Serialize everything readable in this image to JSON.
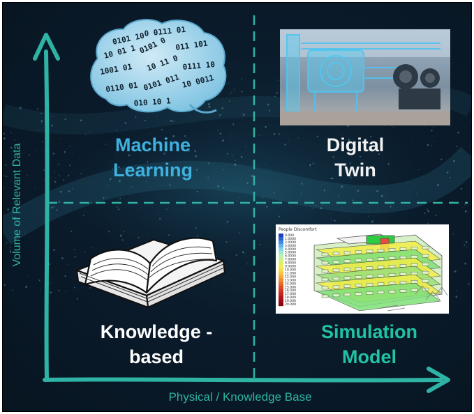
{
  "quadrants": {
    "top_left": {
      "line1": "Machine",
      "line2": "Learning",
      "icon": "brain-binary-icon"
    },
    "top_right": {
      "line1": "Digital",
      "line2": "Twin",
      "icon": "industrial-machine-photo"
    },
    "bottom_left": {
      "line1": "Knowledge -",
      "line2": "based",
      "icon": "open-book-icon"
    },
    "bottom_right": {
      "line1": "Simulation",
      "line2": "Model",
      "icon": "building-simulation-image"
    }
  },
  "axes": {
    "x_label": "Physical / Knowledge Base",
    "y_label": "Volume of Relevant Data"
  },
  "simulation_legend": {
    "title": "People Discomfort",
    "values": [
      "0.000",
      "1.0000",
      "2.0000",
      "3.0000",
      "4.0000",
      "5.0000",
      "6.0000",
      "7.0000",
      "8.0000",
      "9.0000",
      "10.000",
      "11.000",
      "12.000",
      "13.000",
      "14.000",
      "15.000",
      "16.000",
      "17.000",
      "18.000",
      "19.000",
      "20.000"
    ]
  },
  "colors": {
    "background": "#0a1b2b",
    "axis": "#2fb3a4",
    "machine_learning": "#3fb1df",
    "digital_twin": "#f2f2f2",
    "knowledge_based": "#ffffff",
    "simulation_model": "#22c2a6"
  }
}
